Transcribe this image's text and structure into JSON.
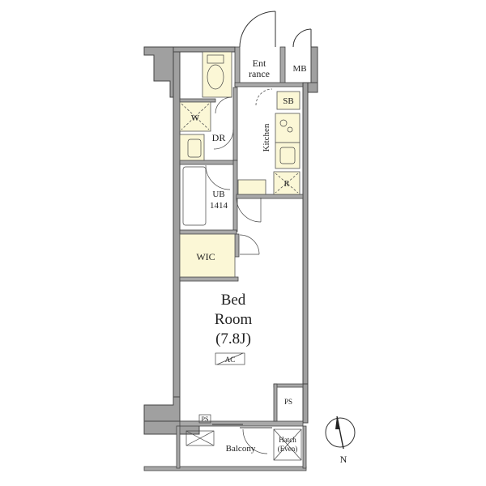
{
  "rooms": {
    "entrance": "Ent\nrance",
    "mb": "MB",
    "sb": "SB",
    "w": "W",
    "dr": "DR",
    "kitchen": "Kitchen",
    "r": "R",
    "ub": "UB",
    "ub_size": "1414",
    "wic": "WIC",
    "bedroom_1": "Bed",
    "bedroom_2": "Room",
    "bedroom_3": "(7.8J)",
    "ac": "AC",
    "ps_1": "PS",
    "ps_2": "PS",
    "balcony": "Balcony",
    "hatch_1": "Hatch",
    "hatch_2": "(Even)"
  },
  "compass": {
    "label": "N"
  }
}
